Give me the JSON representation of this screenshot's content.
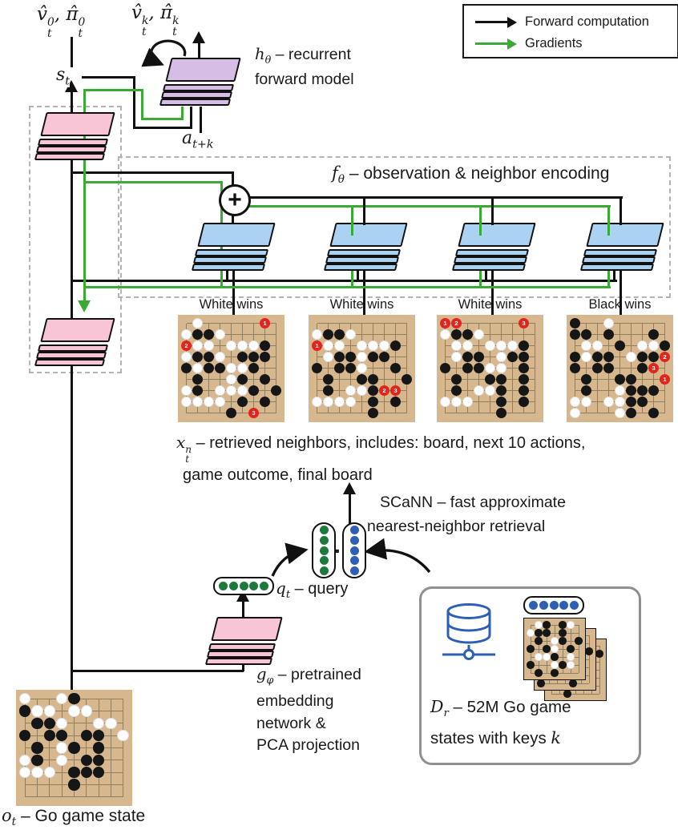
{
  "legend": {
    "items": [
      {
        "label": "Forward computation",
        "color": "#111111"
      },
      {
        "label": "Gradients",
        "color": "#3aaa35"
      }
    ]
  },
  "icons": {
    "plus": "+",
    "dot_product": "·"
  },
  "labels": {
    "vhat0": {
      "v": "v̂",
      "sup": "0",
      "sub": "t",
      "comma": ", ",
      "pi": "π̂"
    },
    "vhatk": {
      "v": "v̂",
      "sup": "k",
      "sub": "t",
      "comma": ", ",
      "pi": "π̂"
    },
    "st": {
      "base": "s",
      "sub": "t"
    },
    "atk": {
      "base": "a",
      "sub": "t+k"
    },
    "h": {
      "base": "h",
      "sub": "θ",
      "line1": " – recurrent",
      "line2": "forward model"
    },
    "f": {
      "base": "f",
      "sub": "θ",
      "rest": " – observation & neighbor encoding"
    },
    "x": {
      "base": "x",
      "sup": "n",
      "sub": "t",
      "rest": " – retrieved neighbors, includes: board, next 10 actions,",
      "line2": "game outcome, final board"
    },
    "scann": {
      "line1": "SCaNN – fast approximate",
      "line2": "nearest-neighbor retrieval"
    },
    "q": {
      "base": "q",
      "sub": "t",
      "rest": " – query"
    },
    "g": {
      "base": "g",
      "sub": "φ",
      "line1": " – pretrained",
      "line2": "embedding",
      "line3": "network &",
      "line4": "PCA projection"
    },
    "d": {
      "base": "D",
      "sub": "r",
      "line1": " – 52M Go game",
      "line2": "states with keys ",
      "k": "k"
    },
    "o": {
      "base": "o",
      "sub": "t",
      "rest": " – Go game state"
    }
  },
  "boards": {
    "neighbors": [
      {
        "title": "White wins",
        "stones": [
          ".w.....1.",
          "wbbw.....",
          "2ww.wwwb.",
          "wbbw.bbb.",
          "bwbbwwb..",
          ".b..wb.b.",
          "wb.wwwb.b",
          "wwww.b.b.",
          "....b.3.."
        ]
      },
      {
        "title": "White wins",
        "stones": [
          ".........",
          "wbbw.....",
          "1ww.wwwb.",
          ".wbbwbb..",
          "b.bbw..b.",
          ".b..bb..b",
          ".b.wwb23.",
          "wwww.b.b.",
          ".....b..."
        ]
      },
      {
        "title": "White wins",
        "stones": [
          "12.....3.",
          "wbbw.....",
          ".ww.wwwb.",
          ".wbb.wbb.",
          "b.bbww.b.",
          ".b..bb.b.",
          ".b.wwb.b.",
          "www..b.b.",
          ".....b..."
        ]
      },
      {
        "title": "Black wins",
        "stones": [
          "b..w.....",
          "bb.b...b.",
          ".ww.b.wwb",
          "bwbb.wbb2",
          "b.bb..b3.",
          ".b..bb..1",
          ".b..wbbb.",
          "ww.wwbb..",
          "w...wb.b."
        ]
      }
    ],
    "query_board": {
      "stones": [
        "w..wb....",
        "bww.ww...",
        ".bbw..ww.",
        "b.bb.bb.w",
        ".b.wb.b..",
        "wb.w.bb..",
        "www.bbb..",
        "....b....",
        "........."
      ]
    },
    "db_boards": [
      {
        "stones": [
          ".wb.bw.",
          "wbb.b..",
          ".b.wb.b",
          "b.bw.b.",
          ".wwb.w.",
          "b..wbw.",
          ".b.b..."
        ]
      },
      {
        "stones": [
          "..b.w..",
          "b.bb.w.",
          ".w..b.b",
          "..bw.b.",
          "b.b..w.",
          ".w.b.b.",
          "b...b.."
        ]
      },
      {
        "stones": [
          ".b..b..",
          "..b.w.b",
          "b...b..",
          ".b.b.w.",
          "..b....",
          "b..b.b.",
          "..b...."
        ]
      }
    ]
  },
  "colors": {
    "pink": "#f7c5d5",
    "purple": "#d6bde6",
    "blue": "#abd2f2",
    "board_tan": "#d7b78e",
    "red_stone": "#e3241c",
    "gradient_green": "#3aaa35",
    "query_dot_green": "#1d7a3c",
    "key_dot_blue": "#2d5fb5",
    "forward_black": "#111111"
  }
}
